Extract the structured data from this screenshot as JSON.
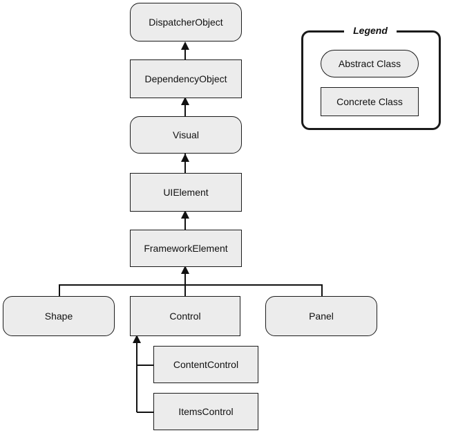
{
  "legend": {
    "title": "Legend",
    "abstract_label": "Abstract Class",
    "concrete_label": "Concrete Class"
  },
  "nodes": {
    "dispatcher_object": "DispatcherObject",
    "dependency_object": "DependencyObject",
    "visual": "Visual",
    "ui_element": "UIElement",
    "framework_element": "FrameworkElement",
    "shape": "Shape",
    "control": "Control",
    "panel": "Panel",
    "content_control": "ContentControl",
    "items_control": "ItemsControl"
  }
}
